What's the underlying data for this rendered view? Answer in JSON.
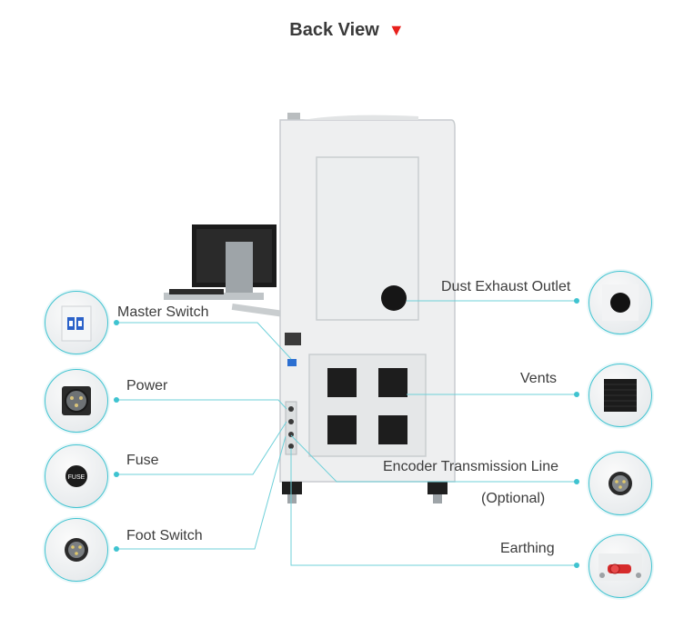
{
  "title": "Back View",
  "colors": {
    "accent": "#3fc3d0",
    "arrow": "#e8201c"
  },
  "callouts": {
    "master_switch": "Master Switch",
    "power": "Power",
    "fuse": "Fuse",
    "foot_switch": "Foot Switch",
    "dust_exhaust": "Dust Exhaust Outlet",
    "vents": "Vents",
    "encoder": "Encoder Transmission Line",
    "encoder_note": "(Optional)",
    "earthing": "Earthing"
  },
  "fuse_text": "FUSE"
}
